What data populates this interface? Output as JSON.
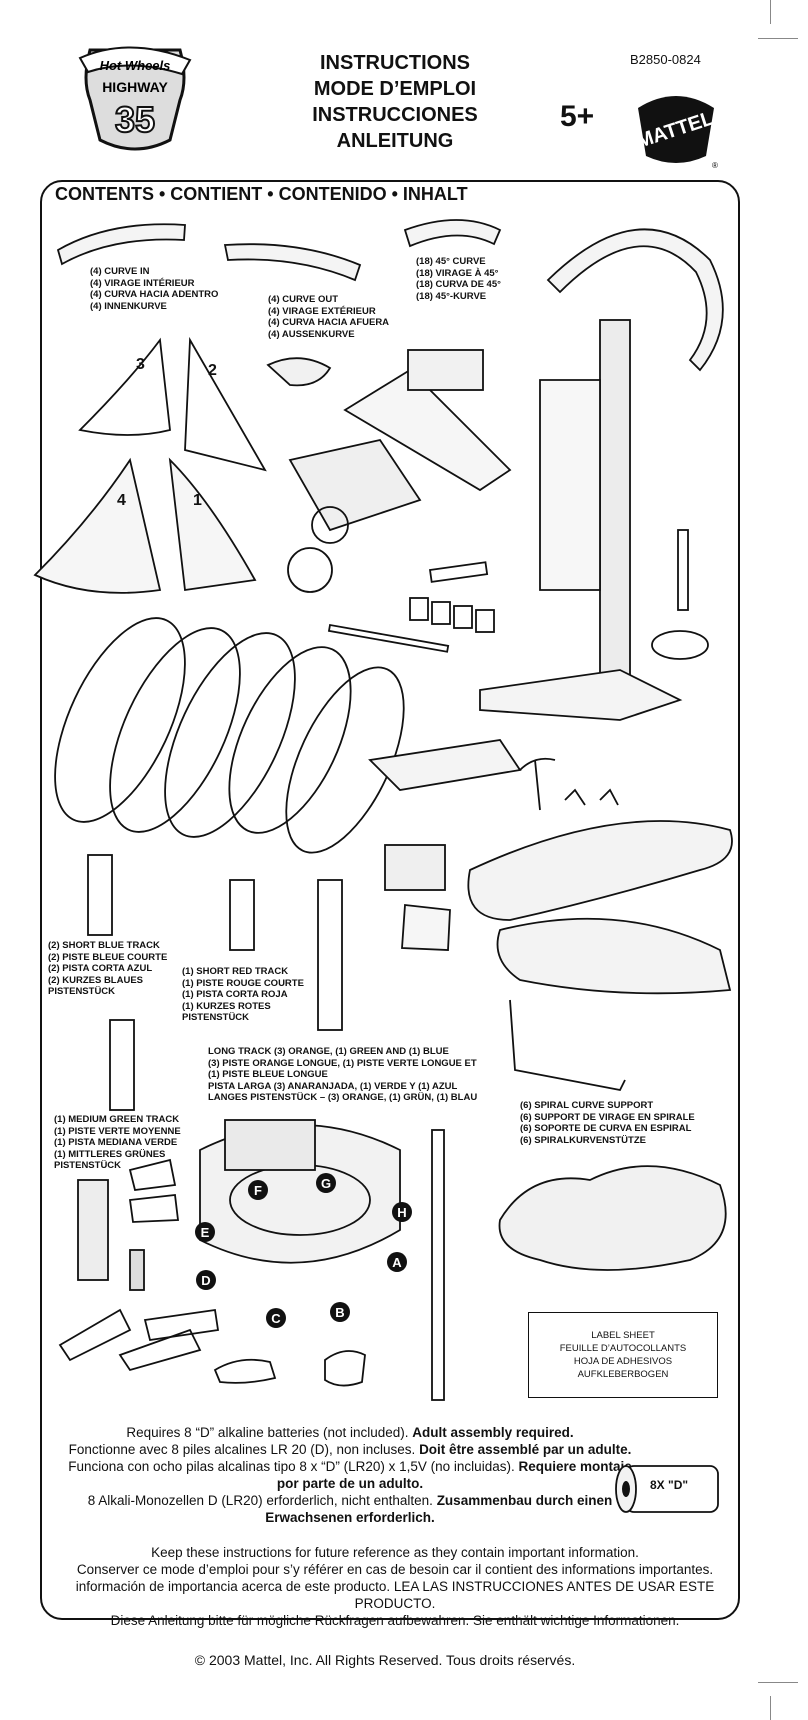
{
  "header": {
    "logo_text": "Hot Wheels HIGHWAY 35",
    "titles": [
      "INSTRUCTIONS",
      "MODE D’EMPLOI",
      "INSTRUCCIONES",
      "ANLEITUNG"
    ],
    "product_code": "B2850-0824",
    "age": "5+",
    "brand": "MATTEL"
  },
  "contents_heading": "CONTENTS • CONTIENT • CONTENIDO • INHALT",
  "parts": {
    "curve_in": "(4) CURVE IN\n(4) VIRAGE INTÉRIEUR\n(4) CURVA HACIA ADENTRO\n(4) INNENKURVE",
    "curve_out": "(4) CURVE OUT\n(4) VIRAGE EXTÉRIEUR\n(4) CURVA HACIA AFUERA\n(4) AUSSENKURVE",
    "curve_45": "(18) 45° CURVE\n(18) VIRAGE À 45°\n(18) CURVA DE 45°\n(18) 45°-KURVE",
    "short_blue": "(2) SHORT BLUE TRACK\n(2) PISTE BLEUE COURTE\n(2) PISTA CORTA AZUL\n(2) KURZES BLAUES\n      PISTENSTÜCK",
    "short_red": "(1) SHORT RED TRACK\n(1) PISTE ROUGE COURTE\n(1) PISTA CORTA ROJA\n(1) KURZES ROTES\n      PISTENSTÜCK",
    "long_track": "LONG TRACK (3) ORANGE, (1) GREEN AND (1) BLUE\n(3) PISTE ORANGE LONGUE, (1) PISTE VERTE LONGUE ET\n(1) PISTE BLEUE LONGUE\nPISTA LARGA (3) ANARANJADA, (1) VERDE Y (1) AZUL\nLANGES PISTENSTÜCK – (3) ORANGE, (1) GRÜN, (1) BLAU",
    "medium_green": "(1) MEDIUM GREEN TRACK\n(1) PISTE VERTE MOYENNE\n(1) PISTA MEDIANA VERDE\n(1) MITTLERES GRÜNES\n      PISTENSTÜCK",
    "spiral_support": "(6) SPIRAL CURVE SUPPORT\n(6) SUPPORT DE VIRAGE EN SPIRALE\n(6) SOPORTE DE CURVA EN ESPIRAL\n(6) SPIRALKURVENSTÜTZE"
  },
  "mountain_numbers": [
    "3",
    "2",
    "4",
    "1"
  ],
  "base_letters": [
    "F",
    "G",
    "E",
    "H",
    "D",
    "A",
    "C",
    "B"
  ],
  "label_sheet": [
    "LABEL SHEET",
    "FEUILLE D’AUTOCOLLANTS",
    "HOJA DE ADHESIVOS",
    "AUFKLEBERBOGEN"
  ],
  "battery_label": "8X \"D\"",
  "requirements": {
    "en": "Requires 8 “D” alkaline batteries (not included). ",
    "en_bold": "Adult assembly required.",
    "fr": "Fonctionne avec 8 piles alcalines LR 20 (D), non incluses. ",
    "fr_bold": "Doit être assemblé par un adulte.",
    "es": "Funciona con ocho pilas alcalinas tipo 8 x “D” (LR20) x 1,5V (no incluidas). ",
    "es_bold": "Requiere montaje por parte de un adulto.",
    "de": "8 Alkali-Monozellen D (LR20) erforderlich, nicht enthalten. ",
    "de_bold": "Zusammenbau durch einen Erwachsenen erforderlich."
  },
  "keep_notes": [
    "Keep these instructions for future reference as they contain important information.",
    "Conserver ce mode d’emploi pour s’y référer en cas de besoin car il contient des informations importantes.",
    "información de importancia acerca de este producto. LEA LAS INSTRUCCIONES ANTES DE USAR ESTE PRODUCTO.",
    "Diese Anleitung bitte für mögliche Rückfragen aufbewahren. Sie enthält wichtige Informationen."
  ],
  "copyright": "© 2003 Mattel, Inc.  All Rights Reserved. Tous droits réservés."
}
